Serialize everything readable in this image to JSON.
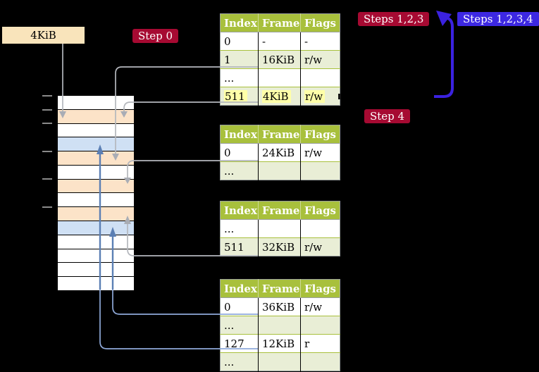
{
  "frame_label": {
    "text": "4KiB"
  },
  "badges": {
    "step0": {
      "label": "Step 0",
      "color": "#a60a32"
    },
    "steps123": {
      "label": "Steps 1,2,3",
      "color": "#a60a32"
    },
    "steps1234": {
      "label": "Steps 1,2,3,4",
      "color": "#3d28e2"
    },
    "step4": {
      "label": "Step 4",
      "color": "#a60a32"
    }
  },
  "page_tables": {
    "headers": [
      "Index",
      "Frame",
      "Flags"
    ],
    "tables": [
      {
        "name": "page-table-1",
        "rows": [
          {
            "index": "0",
            "frame": "-",
            "flags": "-",
            "shaded": false,
            "highlighted": false
          },
          {
            "index": "1",
            "frame": "16KiB",
            "flags": "r/w",
            "shaded": true,
            "highlighted": false
          },
          {
            "index": "...",
            "frame": "",
            "flags": "",
            "shaded": false,
            "highlighted": false
          },
          {
            "index": "511",
            "frame": "4KiB",
            "flags": "r/w",
            "shaded": true,
            "highlighted": true
          }
        ]
      },
      {
        "name": "page-table-2",
        "rows": [
          {
            "index": "0",
            "frame": "24KiB",
            "flags": "r/w",
            "shaded": false,
            "highlighted": false
          },
          {
            "index": "...",
            "frame": "",
            "flags": "",
            "shaded": true,
            "highlighted": false
          }
        ]
      },
      {
        "name": "page-table-3",
        "rows": [
          {
            "index": "...",
            "frame": "",
            "flags": "",
            "shaded": false,
            "highlighted": false
          },
          {
            "index": "511",
            "frame": "32KiB",
            "flags": "r/w",
            "shaded": true,
            "highlighted": false
          }
        ]
      },
      {
        "name": "page-table-4",
        "rows": [
          {
            "index": "0",
            "frame": "36KiB",
            "flags": "r/w",
            "shaded": false,
            "highlighted": false
          },
          {
            "index": "...",
            "frame": "",
            "flags": "",
            "shaded": true,
            "highlighted": false
          },
          {
            "index": "127",
            "frame": "12KiB",
            "flags": "r",
            "shaded": false,
            "highlighted": false
          },
          {
            "index": "...",
            "frame": "",
            "flags": "",
            "shaded": true,
            "highlighted": false
          }
        ]
      }
    ]
  },
  "memory": {
    "row_colors": [
      "white",
      "orange",
      "white",
      "blue",
      "orange",
      "white",
      "orange",
      "white",
      "orange",
      "blue",
      "white",
      "white",
      "white",
      "white"
    ],
    "tick_boundaries": [
      0,
      1,
      2,
      4,
      6,
      8
    ]
  },
  "colors": {
    "background": "#000000",
    "table_header_green": "#a8c03c",
    "table_row_green": "#e9eed6",
    "highlight_yellow": "#ffffa8",
    "badge_red": "#a60a32",
    "badge_blue": "#3d28e2",
    "frame_label_beige": "#f9e4bb",
    "memory_orange": "#fce3c8",
    "memory_blue": "#cfe0f4",
    "arrow_gray": "#b4b7bd",
    "arrow_steel_blue": "#5b7fb4",
    "arrow_light_blue": "#8fa9d9",
    "arrow_recursive_blue": "#3b22e0"
  }
}
